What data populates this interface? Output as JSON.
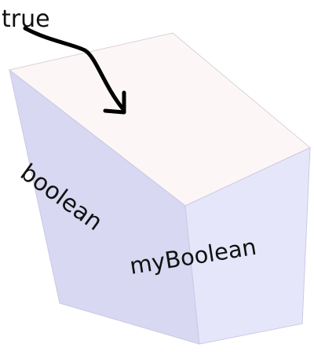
{
  "arrow_label": "true",
  "side_face_label": "boolean",
  "front_face_label": "myBoolean",
  "colors": {
    "top_face": "#fdf6f6",
    "left_face": "#d8d8f2",
    "front_face": "#e6e6fb",
    "edge": "#c9c9e4",
    "arrow": "#000000",
    "text": "#111111"
  }
}
